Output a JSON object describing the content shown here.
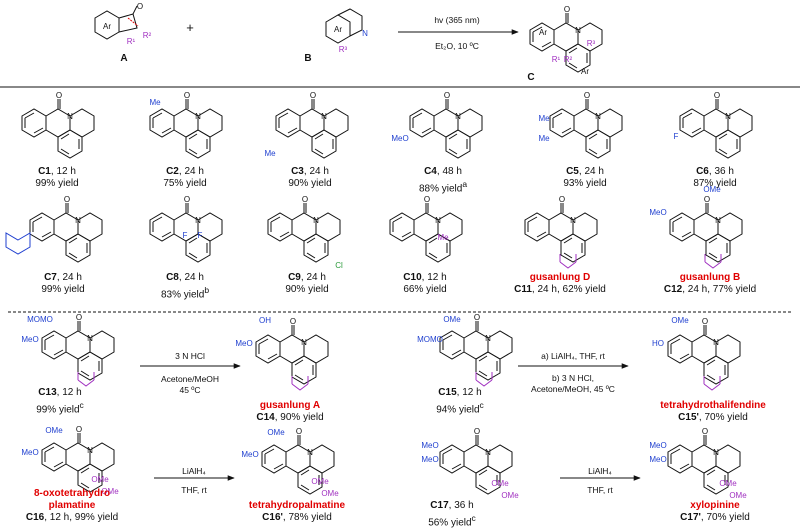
{
  "header": {
    "label_A": "A",
    "label_B": "B",
    "label_C": "C",
    "plus": "+",
    "conditions_top": "hv (365 nm)",
    "conditions_bottom": "Et₂O, 10 ºC",
    "A_ar": "Ar",
    "A_R1": "R¹",
    "A_R2": "R²",
    "A_O": "O",
    "B_ar": "Ar",
    "B_R3": "R³",
    "B_N": "N",
    "C_ar1": "Ar",
    "C_ar2": "Ar",
    "C_R1": "R¹",
    "C_R2": "R²",
    "C_R3": "R³",
    "C_N": "N",
    "C_O": "O"
  },
  "colors": {
    "blue": "#1f3fcf",
    "purple": "#a030c0",
    "red": "#e00000",
    "green": "#2a9a3a",
    "black": "#111111"
  },
  "products_row1": [
    {
      "id": "C1",
      "time": "12 h",
      "yield": "99% yield",
      "sub": ""
    },
    {
      "id": "C2",
      "time": "24 h",
      "yield": "75% yield",
      "sub": "Me"
    },
    {
      "id": "C3",
      "time": "24 h",
      "yield": "90% yield",
      "sub": "Me"
    },
    {
      "id": "C4",
      "time": "48 h",
      "yield": "88% yield",
      "sup": "a",
      "sub": "MeO"
    },
    {
      "id": "C5",
      "time": "24 h",
      "yield": "93% yield",
      "sub": "Me"
    },
    {
      "id": "C6",
      "time": "36 h",
      "yield": "87% yield",
      "sub": "F"
    }
  ],
  "products_row2": [
    {
      "id": "C7",
      "time": "24 h",
      "yield": "99% yield"
    },
    {
      "id": "C8",
      "time": "24 h",
      "yield": "83% yield",
      "sup": "b",
      "sub": "F"
    },
    {
      "id": "C9",
      "time": "24 h",
      "yield": "90% yield",
      "sub": "Cl"
    },
    {
      "id": "C10",
      "time": "12 h",
      "yield": "66% yield",
      "sub": "Me"
    },
    {
      "id": "C11",
      "name": "gusanlung D",
      "text": "24 h, 62% yield"
    },
    {
      "id": "C12",
      "name": "gusanlung B",
      "text": "24 h, 77% yield",
      "sub": "OMe",
      "sub2": "MeO"
    }
  ],
  "row3": {
    "c13": {
      "id": "C13",
      "time": "12 h",
      "yield": "99% yield",
      "sup": "c",
      "sub1": "MOMO",
      "sub2": "MeO"
    },
    "arrow1_top": "3 N HCl",
    "arrow1_mid": "Acetone/MeOH",
    "arrow1_bot": "45 ºC",
    "c14": {
      "id": "C14",
      "name": "gusanlung A",
      "text": "90% yield",
      "sub1": "OH",
      "sub2": "MeO"
    },
    "c15": {
      "id": "C15",
      "time": "12 h",
      "yield": "94% yield",
      "sup": "c",
      "sub1": "OMe",
      "sub2": "MOMO"
    },
    "arrow2_a": "a) LiAlH₄, THF, rt",
    "arrow2_b": "b) 3 N HCl,",
    "arrow2_c": "Acetone/MeOH, 45 ºC",
    "c15p": {
      "id": "C15'",
      "name": "tetrahydrothalifendine",
      "text": "70% yield",
      "sub1": "OMe",
      "sub2": "HO"
    }
  },
  "row4": {
    "c16": {
      "id": "C16",
      "name1": "8-oxotetrahydro",
      "name2": "plamatine",
      "text": "12 h, 99% yield",
      "sub": "OMe",
      "sub2": "MeO"
    },
    "arrow3_top": "LiAlH₄",
    "arrow3_bot": "THF, rt",
    "c16p": {
      "id": "C16'",
      "name": "tetrahydropalmatine",
      "text": "78% yield",
      "sub": "OMe",
      "sub2": "MeO"
    },
    "c17": {
      "id": "C17",
      "time": "36 h",
      "yield": "56% yield",
      "sup": "c",
      "sub": "MeO",
      "sub2": "OMe"
    },
    "arrow4_top": "LiAlH₄",
    "arrow4_bot": "THF, rt",
    "c17p": {
      "id": "C17'",
      "name": "xylopinine",
      "text": "70% yield",
      "sub": "MeO",
      "sub2": "OMe"
    }
  },
  "common": {
    "O": "O",
    "N": "N",
    "comma": ", "
  }
}
